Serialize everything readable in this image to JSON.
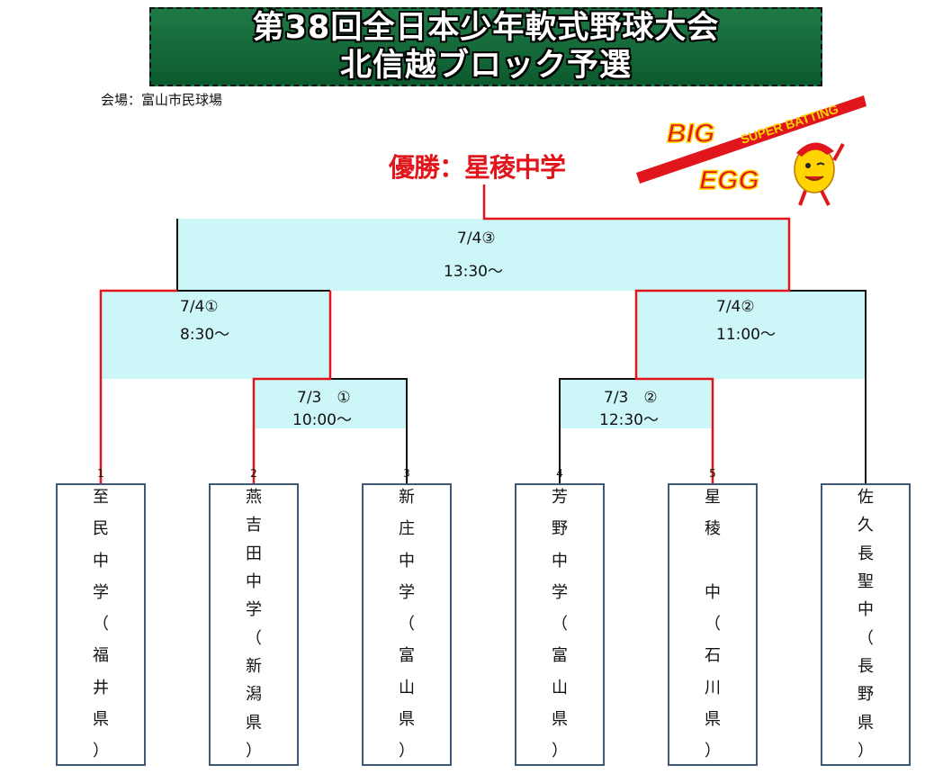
{
  "title": {
    "line1": "第38回全日本少年軟式野球大会",
    "line2": "北信越ブロック予選"
  },
  "venue": "会場：富山市民球場",
  "champion": "優勝：星稜中学",
  "logo": {
    "big": "BIG",
    "egg": "EGG",
    "tagline": "SUPER BATTING"
  },
  "matches": {
    "r1_m1": {
      "date": "7/3　①",
      "time": "10:00～"
    },
    "r1_m2": {
      "date": "7/3　②",
      "time": "12:30～"
    },
    "sf_m1": {
      "date": "7/4①",
      "time": "8:30～"
    },
    "sf_m2": {
      "date": "7/4②",
      "time": "11:00～"
    },
    "final": {
      "date": "7/4③",
      "time": "13:30～"
    }
  },
  "teams": [
    {
      "seed": "1",
      "chars": [
        "至",
        "民",
        "中",
        "学",
        "（",
        "福",
        "井",
        "県",
        "）"
      ]
    },
    {
      "seed": "2",
      "chars": [
        "燕",
        "吉",
        "田",
        "中",
        "学",
        "（",
        "新",
        "潟",
        "県",
        "）"
      ]
    },
    {
      "seed": "3",
      "chars": [
        "新",
        "庄",
        "中",
        "学",
        "（",
        "富",
        "山",
        "県",
        "）"
      ]
    },
    {
      "seed": "4",
      "chars": [
        "芳",
        "野",
        "中",
        "学",
        "（",
        "富",
        "山",
        "県",
        "）"
      ]
    },
    {
      "seed": "5",
      "chars": [
        "星",
        "稜",
        "",
        "中",
        "（",
        "石",
        "川",
        "県",
        "）"
      ]
    },
    {
      "seed": "",
      "chars": [
        "佐",
        "久",
        "長",
        "聖",
        "中",
        "（",
        "長",
        "野",
        "県",
        "）"
      ]
    }
  ],
  "colors": {
    "win_line": "#e0161c",
    "line": "#111111",
    "match_fill": "#cdf6f8"
  }
}
